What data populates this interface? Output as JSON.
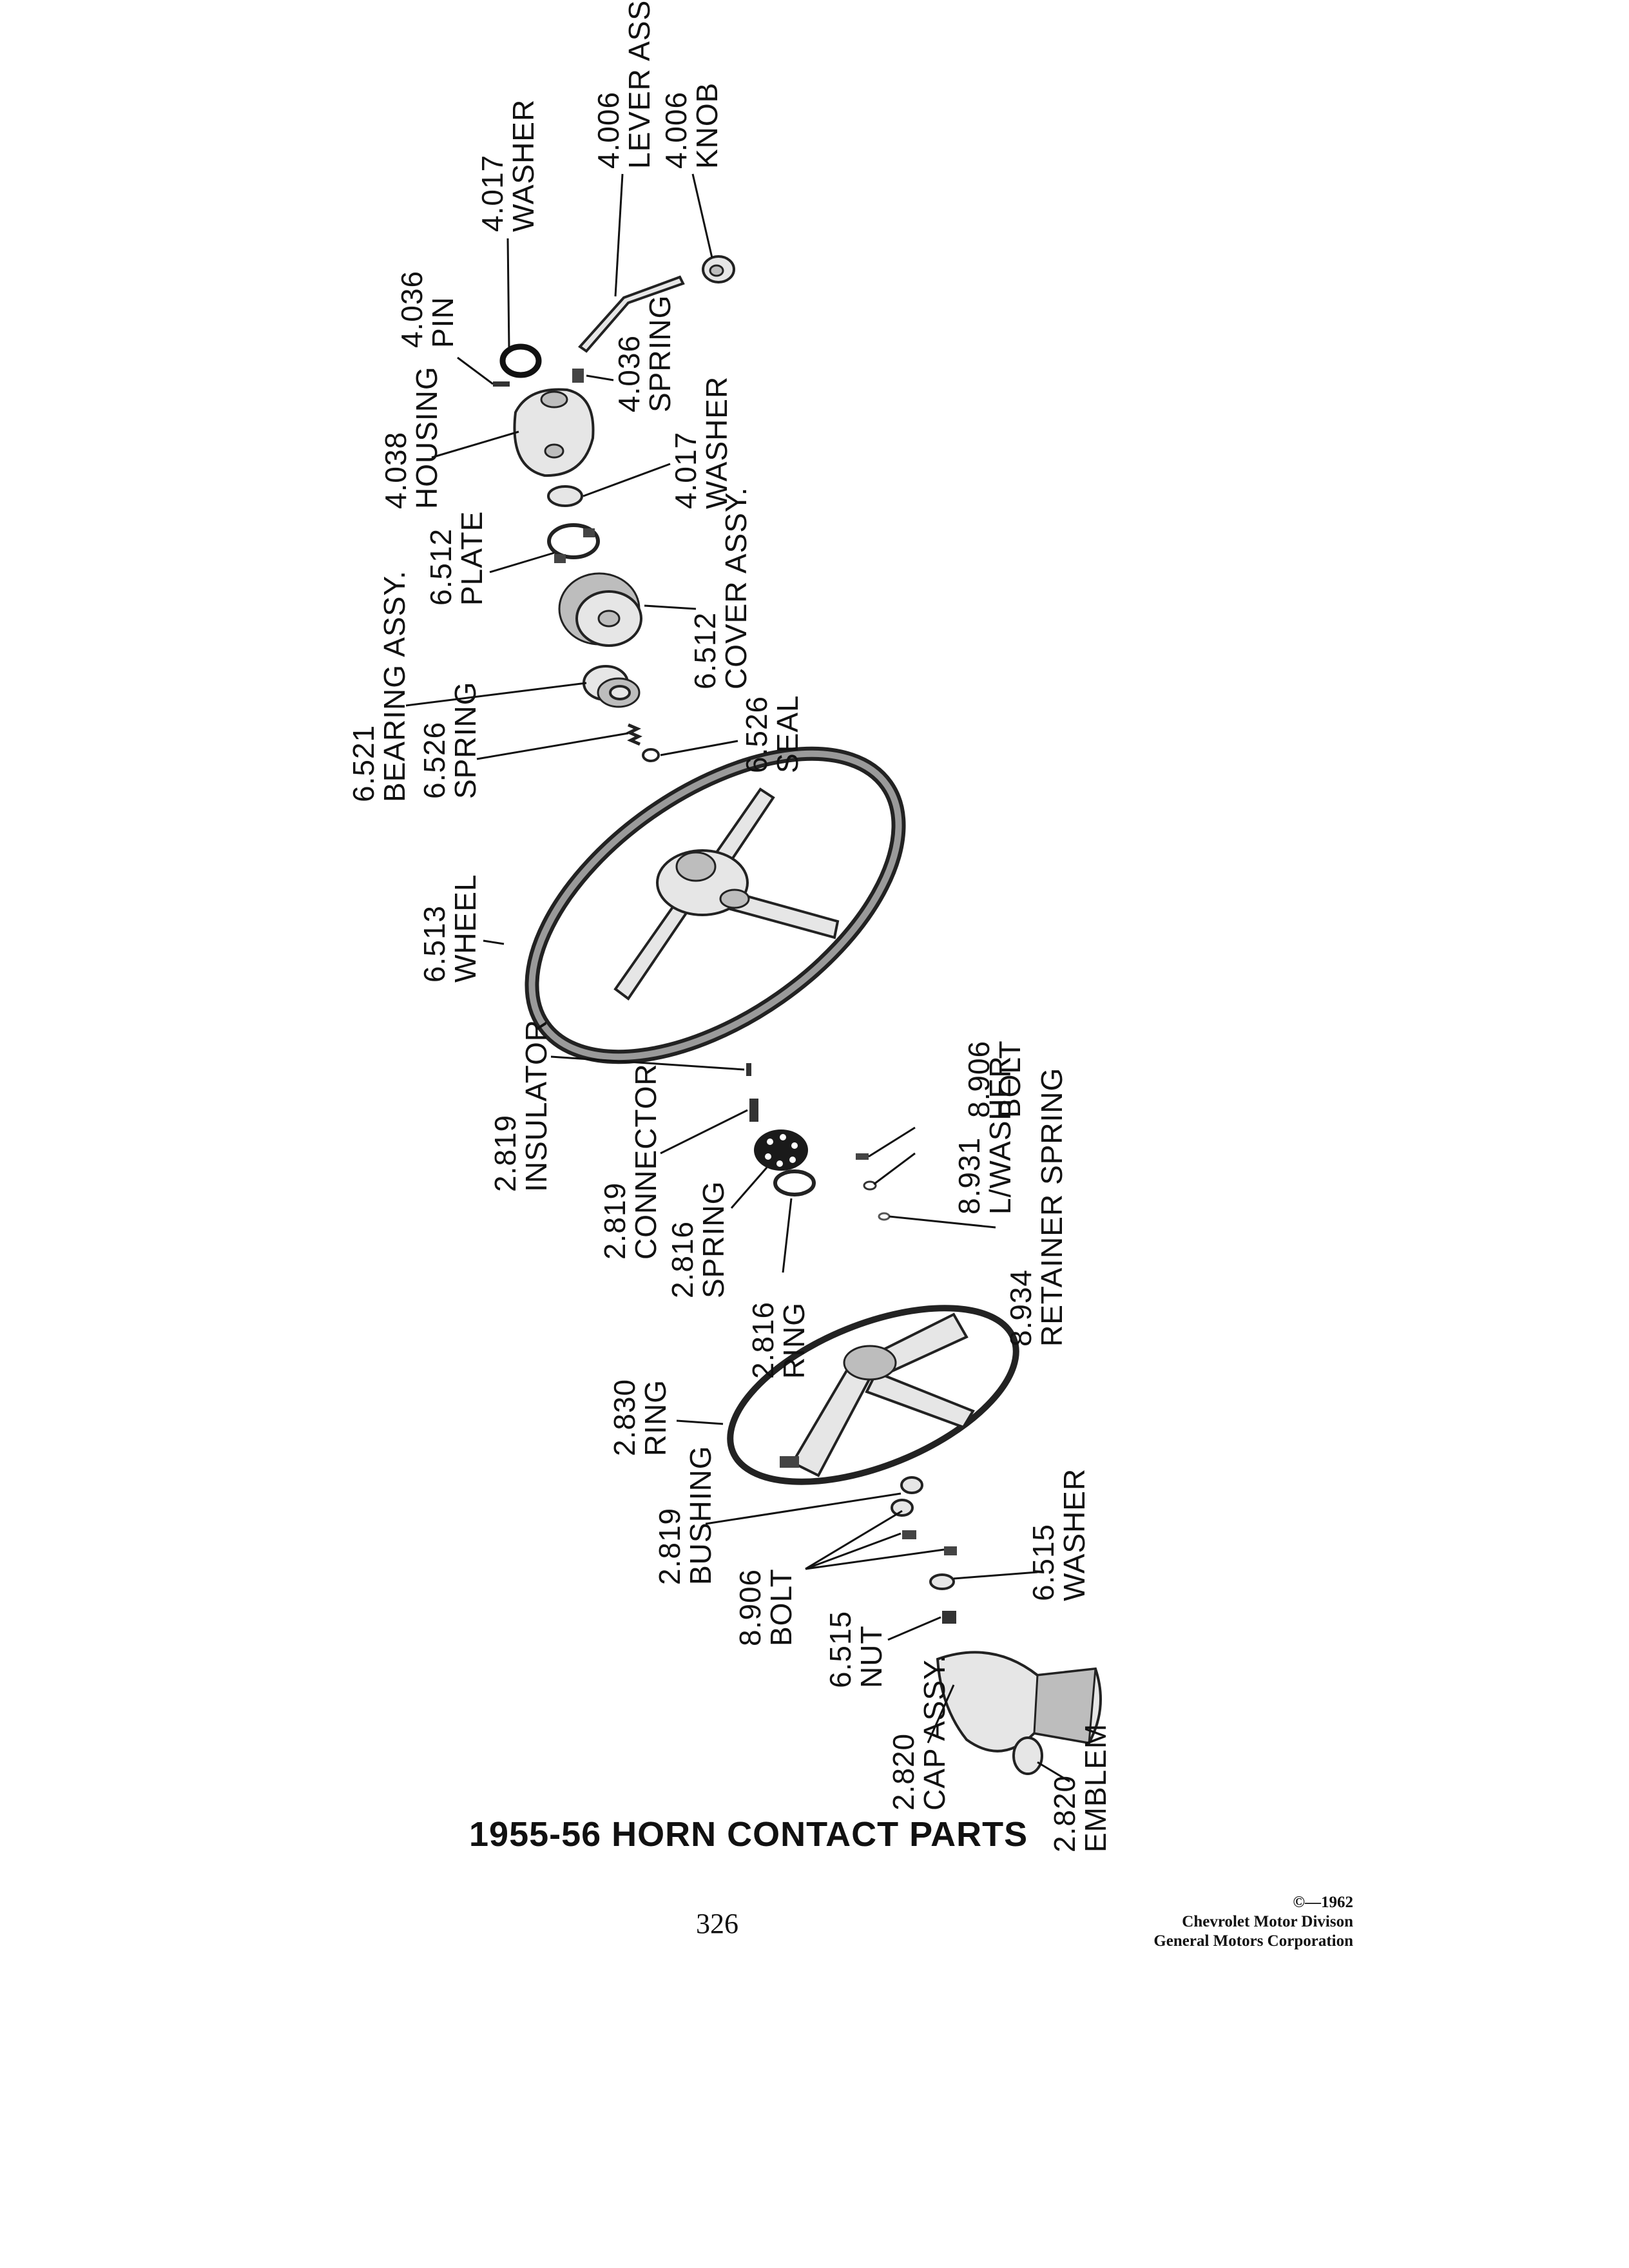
{
  "title": "1955-56 HORN CONTACT PARTS",
  "page_number": "326",
  "copyright": [
    "©—1962",
    "Chevrolet Motor Divison",
    "General Motors Corporation"
  ],
  "callouts": [
    {
      "id": "washer-4017-top",
      "num": "4.017",
      "name": "WASHER"
    },
    {
      "id": "lever-4006",
      "num": "4.006",
      "name": "LEVER ASSY."
    },
    {
      "id": "knob-4006",
      "num": "4.006",
      "name": "KNOB"
    },
    {
      "id": "pin-4036",
      "num": "4.036",
      "name": "PIN"
    },
    {
      "id": "spring-4036",
      "num": "4.036",
      "name": "SPRING"
    },
    {
      "id": "housing-4038",
      "num": "4.038",
      "name": "HOUSING"
    },
    {
      "id": "washer-4017-bottom",
      "num": "4.017",
      "name": "WASHER"
    },
    {
      "id": "plate-6512",
      "num": "6.512",
      "name": "PLATE"
    },
    {
      "id": "cover-6512",
      "num": "6.512",
      "name": "COVER ASSY."
    },
    {
      "id": "bearing-6521",
      "num": "6.521",
      "name": "BEARING ASSY."
    },
    {
      "id": "spring-6526",
      "num": "6.526",
      "name": "SPRING"
    },
    {
      "id": "seal-6526",
      "num": "6.526",
      "name": "SEAL"
    },
    {
      "id": "wheel-6513",
      "num": "6.513",
      "name": "WHEEL"
    },
    {
      "id": "insulator-2819",
      "num": "2.819",
      "name": "INSULATOR"
    },
    {
      "id": "connector-2819",
      "num": "2.819",
      "name": "CONNECTOR"
    },
    {
      "id": "bolt-8906-top",
      "num": "8.906",
      "name": "BOLT"
    },
    {
      "id": "lwasher-8931",
      "num": "8.931",
      "name": "L/WASHER"
    },
    {
      "id": "spring-2816",
      "num": "2.816",
      "name": "SPRING"
    },
    {
      "id": "ring-2816",
      "num": "2.816",
      "name": "RING"
    },
    {
      "id": "retainer-8934",
      "num": "8.934",
      "name": "RETAINER SPRING"
    },
    {
      "id": "ring-2830",
      "num": "2.830",
      "name": "RING"
    },
    {
      "id": "bushing-2819",
      "num": "2.819",
      "name": "BUSHING"
    },
    {
      "id": "bolt-8906-bottom",
      "num": "8.906",
      "name": "BOLT"
    },
    {
      "id": "washer-6515",
      "num": "6.515",
      "name": "WASHER"
    },
    {
      "id": "nut-6515",
      "num": "6.515",
      "name": "NUT"
    },
    {
      "id": "cap-2820",
      "num": "2.820",
      "name": "CAP ASSY."
    },
    {
      "id": "emblem-2820",
      "num": "2.820",
      "name": "EMBLEM"
    }
  ]
}
